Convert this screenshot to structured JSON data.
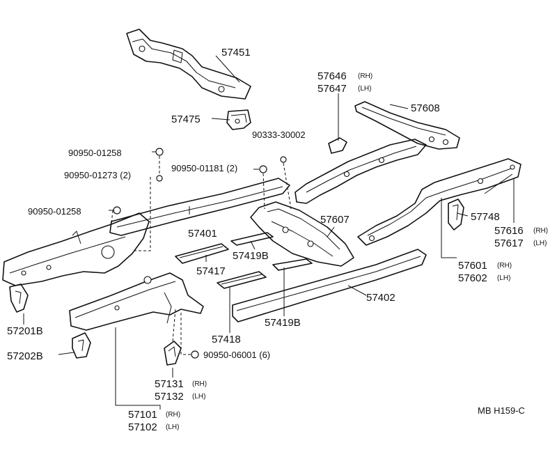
{
  "labels": {
    "p57451": "57451",
    "p57475": "57475",
    "p57646": "57646",
    "p57646_side": "(RH)",
    "p57647": "57647",
    "p57647_side": "(LH)",
    "p57608": "57608",
    "p90333": "90333-30002",
    "p90950_01258_a": "90950-01258",
    "p90950_01273": "90950-01273 (2)",
    "p90950_01181": "90950-01181 (2)",
    "p90950_01258_b": "90950-01258",
    "p57401": "57401",
    "p57607": "57607",
    "p57748": "57748",
    "p57616": "57616",
    "p57616_side": "(RH)",
    "p57617": "57617",
    "p57617_side": "(LH)",
    "p57419b_a": "57419B",
    "p57417": "57417",
    "p57601": "57601",
    "p57601_side": "(RH)",
    "p57602": "57602",
    "p57602_side": "(LH)",
    "p57402": "57402",
    "p57201b": "57201B",
    "p57418": "57418",
    "p57419b_b": "57419B",
    "p57202b": "57202B",
    "p90950_06001": "90950-06001 (6)",
    "p57131": "57131",
    "p57131_side": "(RH)",
    "p57132": "57132",
    "p57132_side": "(LH)",
    "p57101": "57101",
    "p57101_side": "(RH)",
    "p57102": "57102",
    "p57102_side": "(LH)",
    "ref_code": "MB  H159-C"
  }
}
